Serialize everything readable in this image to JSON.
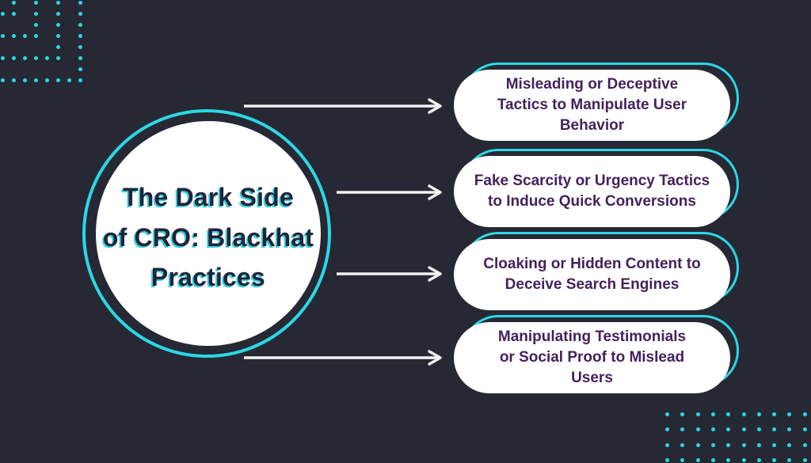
{
  "title": "The Dark Side\nof CRO: Blackhat\nPractices",
  "practices": [
    {
      "label": "Misleading or Deceptive\nTactics to Manipulate User\nBehavior"
    },
    {
      "label": "Fake Scarcity or Urgency Tactics\nto Induce Quick Conversions"
    },
    {
      "label": "Cloaking or Hidden Content to\nDeceive Search Engines"
    },
    {
      "label": "Manipulating Testimonials\nor Social Proof to Mislead\nUsers"
    }
  ],
  "colors": {
    "background": "#262834",
    "accent_cyan": "#2bd8e6",
    "title_text": "#21243a",
    "pill_text": "#44215e",
    "pill_fill": "#ffffff",
    "arrow": "#f2f2f2"
  }
}
